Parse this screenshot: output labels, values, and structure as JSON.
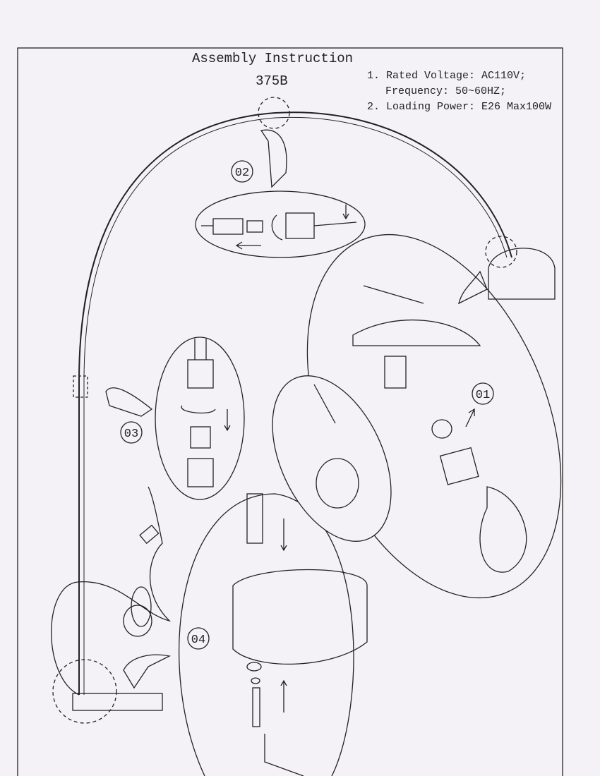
{
  "header": {
    "title": "Assembly Instruction",
    "model": "375B"
  },
  "specs": [
    "1. Rated Voltage: AC110V;",
    "Frequency: 50~60HZ;",
    "2. Loading Power: E26 Max100W"
  ],
  "steps": [
    "01",
    "02",
    "03",
    "04"
  ],
  "colors": {
    "paper": "#f4f2f7",
    "ink": "#222222"
  }
}
